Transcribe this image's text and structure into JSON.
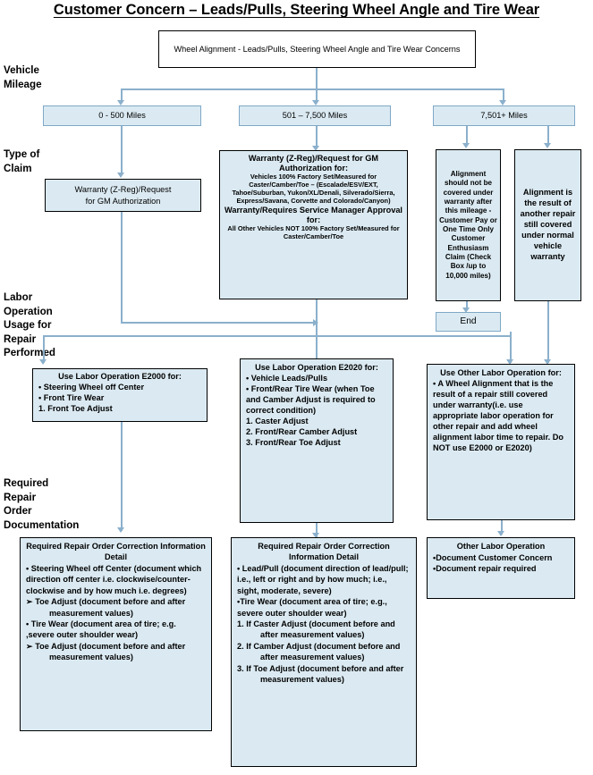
{
  "title": "Customer Concern – Leads/Pulls, Steering Wheel Angle and Tire Wear",
  "colors": {
    "box_fill": "#dbeaf2",
    "box_border": "#000000",
    "connector": "#8bb0cc",
    "text": "#000000"
  },
  "row_labels": {
    "vehicle_mileage": "Vehicle\nMileage",
    "type_of_claim": "Type of\nClaim",
    "labor_operation": "Labor\nOperation\nUsage for\nRepair\nPerformed",
    "required_ro_doc": "Required\nRepair\nOrder\nDocumentation"
  },
  "start_box": {
    "text": "Wheel Alignment - Leads/Pulls, Steering Wheel Angle and Tire Wear Concerns"
  },
  "mileage_boxes": [
    {
      "label": "0 - 500 Miles"
    },
    {
      "label": "501 – 7,500 Miles"
    },
    {
      "label": "7,501+ Miles"
    }
  ],
  "claim_boxes": {
    "low_mileage": {
      "line1": "Warranty (Z-Reg)/Request",
      "line2": "for GM  Authorization"
    },
    "mid_mileage": {
      "bullet1_title": "Warranty (Z-Reg)/Request for GM Authorization for:",
      "bullet1_body": "Vehicles 100% Factory Set/Measured for Caster/Camber/Toe – (Escalade/ESV/EXT, Tahoe/Suburban, Yukon/XL/Denali, Silverado/Sierra, Express/Savana,  Corvette and Colorado/Canyon)",
      "bullet2_title": "Warranty/Requires Service Manager Approval for:",
      "bullet2_body": "All Other Vehicles NOT 100% Factory Set/Measured for Caster/Camber/Toe"
    },
    "high_mileage_a": {
      "text": "Alignment should not be covered under warranty after this mileage - Customer Pay or  One Time Only Customer Enthusiasm Claim (Check Box /up to 10,000 miles)"
    },
    "high_mileage_b": {
      "text": "Alignment is the result of another repair still covered under normal vehicle warranty"
    },
    "end_box": {
      "label": "End"
    }
  },
  "labor_boxes": {
    "e2000": {
      "title": "Use Labor Operation E2000 for:",
      "items": [
        "• Steering Wheel off Center",
        "• Front Tire Wear",
        "1.    Front Toe Adjust"
      ]
    },
    "e2020": {
      "title": "Use Labor Operation E2020 for:",
      "items": [
        "• Vehicle Leads/Pulls",
        "• Front/Rear Tire Wear (when Toe and Camber Adjust is required to correct condition)",
        "1.    Caster Adjust",
        "2.    Front/Rear Camber Adjust",
        "3.    Front/Rear Toe Adjust"
      ]
    },
    "other": {
      "title": "Use Other Labor Operation for:",
      "items": [
        "• A Wheel Alignment that is the result of a repair still covered under warranty(i.e. use appropriate labor operation for other repair and add wheel alignment labor time to repair. Do NOT use E2000 or E2020)"
      ]
    }
  },
  "doc_boxes": {
    "left": {
      "title": "Required Repair Order Correction Information Detail",
      "items": [
        "•  Steering Wheel off Center (document which direction off center i.e. clockwise/counter-clockwise and by how much i.e. degrees)",
        "➢    Toe Adjust (document before and after measurement values)",
        "• Tire Wear (document area of tire; e.g. ,severe outer shoulder wear)",
        "➢    Toe Adjust (document before and after measurement values)"
      ]
    },
    "middle": {
      "title": "Required Repair Order Correction Information Detail",
      "items": [
        "• Lead/Pull (document direction of lead/pull; i.e., left or right and by how much; i.e., sight, moderate, severe)",
        "•Tire Wear (document area of tire; e.g., severe outer shoulder wear)",
        "1.     If Caster Adjust (document before and after measurement values)",
        "2.     If Camber Adjust (document before and after measurement values)",
        "3.     If Toe Adjust (document before and after measurement values)"
      ]
    },
    "right": {
      "title": "Other Labor Operation",
      "items": [
        "•Document Customer Concern",
        "•Document repair required"
      ]
    }
  }
}
